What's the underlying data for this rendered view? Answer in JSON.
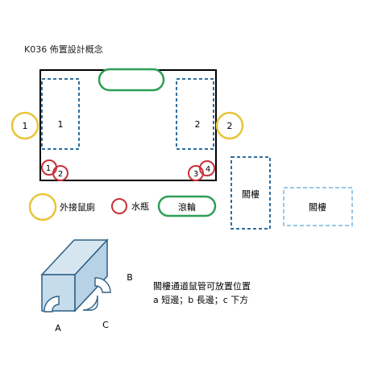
{
  "title": "K036 佈置設計概念",
  "main_cage": {
    "left_loft_label": "1",
    "right_loft_label": "2",
    "bottle_labels": [
      "1",
      "2",
      "3",
      "4"
    ]
  },
  "external_circles": {
    "left_label": "1",
    "right_label": "2"
  },
  "side_boxes": {
    "blue_loft_label": "閣樓",
    "light_blue_loft_label": "閣樓"
  },
  "legend": {
    "external_toilet": "外接鼠廁",
    "water_bottle": "水瓶",
    "wheel": "滾輪"
  },
  "loft_diagram": {
    "label_a": "A",
    "label_b": "B",
    "label_c": "C",
    "caption_line1": "閣樓通道鼠管可放置位置",
    "caption_line2": "a 短邊；b 長邊；c 下方"
  },
  "colors": {
    "yellow": "#e8c53a",
    "red": "#c8303a",
    "green": "#2e9e55",
    "blue_dashed": "#2d6fa0",
    "light_blue_dashed": "#9cc8e6",
    "box_face": "#c6dcea",
    "box_stroke": "#2c5f86"
  }
}
